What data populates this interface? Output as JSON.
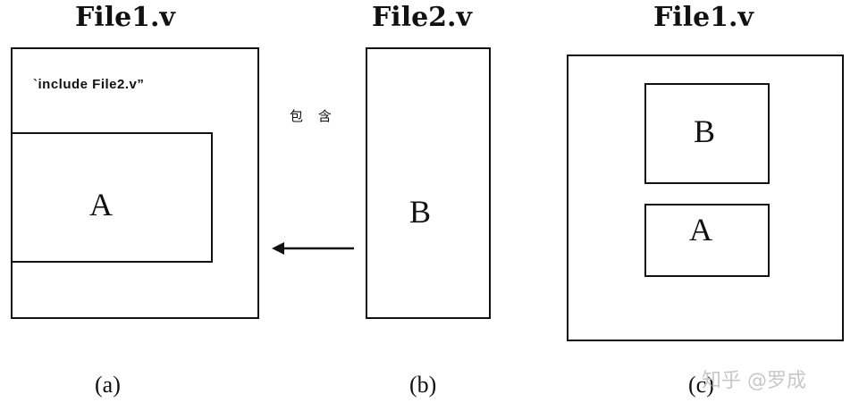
{
  "panel_a": {
    "title": "File1.v",
    "include_text": "`include File2.v”",
    "inner_label": "A",
    "caption": "(a)"
  },
  "panel_b": {
    "title": "File2.v",
    "inner_label": "B",
    "caption": "(b)"
  },
  "arrow_label": "包 含",
  "panel_c": {
    "title": "File1.v",
    "top_label": "B",
    "bottom_label": "A",
    "caption": "(c)"
  },
  "watermark": "知乎 @罗成"
}
